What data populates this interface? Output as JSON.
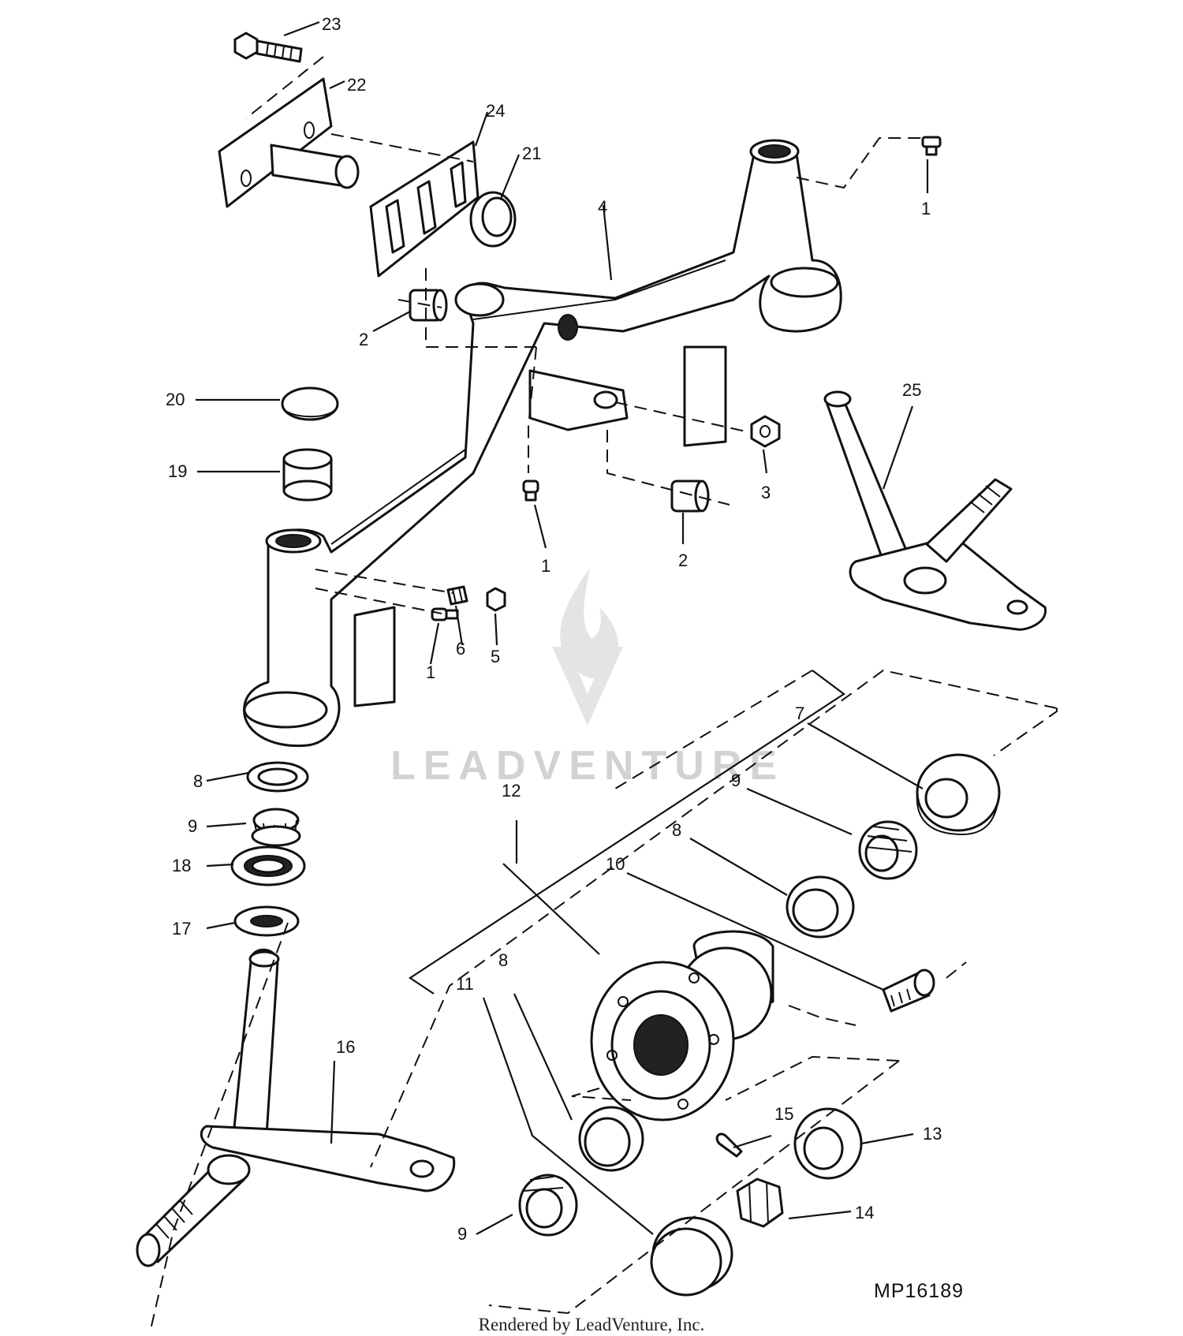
{
  "diagram": {
    "figure_id": "MP16189",
    "watermark": "LEADVENTURE",
    "credit": "Rendered by LeadVenture, Inc.",
    "callouts": [
      {
        "id": "c1a",
        "label": "1"
      },
      {
        "id": "c1b",
        "label": "1"
      },
      {
        "id": "c1c",
        "label": "1"
      },
      {
        "id": "c2a",
        "label": "2"
      },
      {
        "id": "c2b",
        "label": "2"
      },
      {
        "id": "c3",
        "label": "3"
      },
      {
        "id": "c4",
        "label": "4"
      },
      {
        "id": "c5",
        "label": "5"
      },
      {
        "id": "c6",
        "label": "6"
      },
      {
        "id": "c7",
        "label": "7"
      },
      {
        "id": "c8a",
        "label": "8"
      },
      {
        "id": "c8b",
        "label": "8"
      },
      {
        "id": "c8c",
        "label": "8"
      },
      {
        "id": "c9a",
        "label": "9"
      },
      {
        "id": "c9b",
        "label": "9"
      },
      {
        "id": "c9c",
        "label": "9"
      },
      {
        "id": "c10",
        "label": "10"
      },
      {
        "id": "c11",
        "label": "11"
      },
      {
        "id": "c12",
        "label": "12"
      },
      {
        "id": "c13",
        "label": "13"
      },
      {
        "id": "c14",
        "label": "14"
      },
      {
        "id": "c15",
        "label": "15"
      },
      {
        "id": "c16",
        "label": "16"
      },
      {
        "id": "c17",
        "label": "17"
      },
      {
        "id": "c18",
        "label": "18"
      },
      {
        "id": "c19",
        "label": "19"
      },
      {
        "id": "c20",
        "label": "20"
      },
      {
        "id": "c21",
        "label": "21"
      },
      {
        "id": "c22",
        "label": "22"
      },
      {
        "id": "c23",
        "label": "23"
      },
      {
        "id": "c24",
        "label": "24"
      },
      {
        "id": "c25",
        "label": "25"
      }
    ]
  }
}
